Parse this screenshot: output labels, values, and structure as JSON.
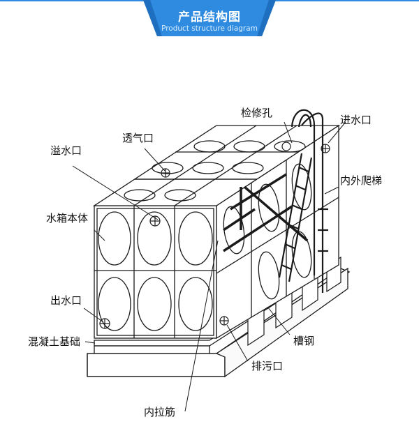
{
  "header": {
    "title": "产品结构图",
    "subtitle": "Product structure diagram",
    "accent_color": "#2f8be0"
  },
  "labels": {
    "inspection_hole": "检修孔",
    "inlet": "进水口",
    "vent": "透气口",
    "overflow": "溢水口",
    "ladder": "内外爬梯",
    "tank_body": "水箱本体",
    "outlet": "出水口",
    "concrete_base": "混凝土基础",
    "channel_steel": "槽钢",
    "drain": "排污口",
    "tie_bar": "内拉筋"
  }
}
